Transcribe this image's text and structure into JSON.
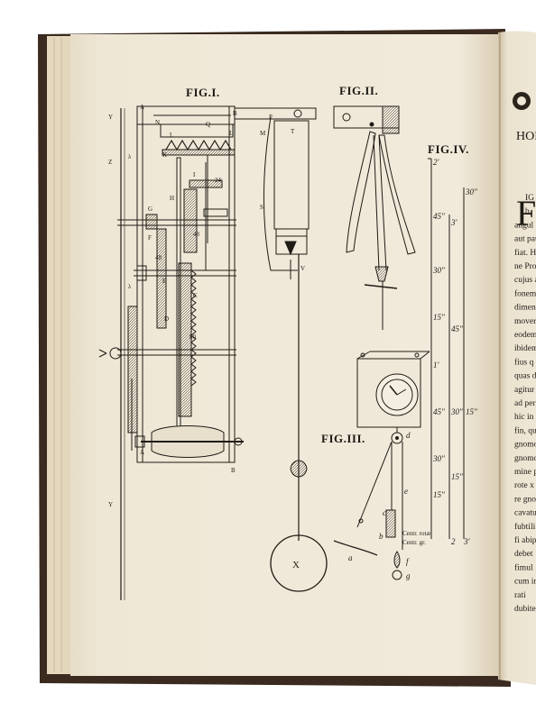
{
  "figures": {
    "fig1": "FIG.I.",
    "fig2": "FIG.II.",
    "fig3": "FIG.III.",
    "fig4": "FIG.IV."
  },
  "fig1_letters": {
    "A": "A",
    "N": "N",
    "Q": "Q",
    "B": "B",
    "P": "P",
    "T": "T",
    "L1": "L",
    "L2": "L",
    "M": "M",
    "K": "K",
    "I": "I",
    "n24": "24",
    "H": "H",
    "G": "G",
    "F": "F",
    "n48a": "48",
    "n48b": "48",
    "E": "E",
    "C": "C",
    "D": "D",
    "n80": "80",
    "S": "S",
    "V": "V",
    "Y1": "Y",
    "Y2": "Y",
    "Z": "Z",
    "lambda1": "λ",
    "lambda2": "λ",
    "B2": "B",
    "A2": "A",
    "X": "X"
  },
  "fig3_letters": {
    "d": "d",
    "c": "c",
    "b": "b",
    "a": "a",
    "e": "e",
    "f": "f",
    "g": "g"
  },
  "scale_labels": {
    "left": [
      "2'",
      "45\"",
      "30\"",
      "15\"",
      "1'",
      "45\"",
      "30\"",
      "15\""
    ],
    "mid": [
      "3'",
      "45\"",
      "30\"",
      "15\""
    ],
    "right": [
      "30\"",
      "15\""
    ],
    "bottom": [
      "2",
      "3'"
    ]
  },
  "centres": {
    "ro": "Centr. rotæ.",
    "gr": "Centr. gr."
  },
  "right_page": {
    "running_head": "HOR",
    "drop_cap": "F",
    "lines": [
      "IG",
      "b",
      "angul",
      "aut pau",
      "fiat. H",
      "ne Pro",
      "cujus au",
      "fonem",
      "dimenu",
      "mover",
      "eodem",
      "ibidem",
      "fius q",
      "quas d",
      "agitur",
      "ad perp",
      "hic in",
      "fin, quo",
      "gnomon",
      "gnomo",
      "mine p",
      "rote x",
      "re gno",
      "cavatur",
      "fubtili",
      "fi abip",
      "debet",
      "fimul",
      "cum in",
      "rati",
      "dubiten"
    ]
  }
}
